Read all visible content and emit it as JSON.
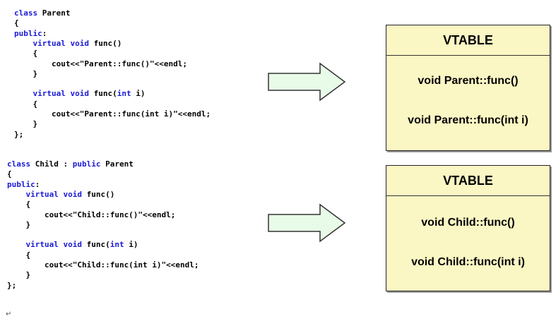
{
  "colors": {
    "keyword": "#1a1ad6",
    "table_fill": "#fbf7c4",
    "arrow_fill": "#e8fbe8",
    "border": "#222222"
  },
  "parent_code": [
    [
      {
        "t": "class ",
        "k": true
      },
      {
        "t": "Parent"
      }
    ],
    [
      {
        "t": "{"
      }
    ],
    [
      {
        "t": "public",
        "k": true
      },
      {
        "t": ":"
      }
    ],
    [
      {
        "t": "    "
      },
      {
        "t": "virtual void",
        "k": true
      },
      {
        "t": " func()"
      }
    ],
    [
      {
        "t": "    {"
      }
    ],
    [
      {
        "t": "        cout<<\"Parent::func()\"<<endl;"
      }
    ],
    [
      {
        "t": "    }"
      }
    ],
    [
      {
        "t": ""
      }
    ],
    [
      {
        "t": "    "
      },
      {
        "t": "virtual void",
        "k": true
      },
      {
        "t": " func("
      },
      {
        "t": "int",
        "k": true
      },
      {
        "t": " i)"
      }
    ],
    [
      {
        "t": "    {"
      }
    ],
    [
      {
        "t": "        cout<<\"Parent::func(int i)\"<<endl;"
      }
    ],
    [
      {
        "t": "    }"
      }
    ],
    [
      {
        "t": "};"
      }
    ]
  ],
  "child_code": [
    [
      {
        "t": "class ",
        "k": true
      },
      {
        "t": "Child : "
      },
      {
        "t": "public",
        "k": true
      },
      {
        "t": " Parent"
      }
    ],
    [
      {
        "t": "{"
      }
    ],
    [
      {
        "t": "public",
        "k": true
      },
      {
        "t": ":"
      }
    ],
    [
      {
        "t": "    "
      },
      {
        "t": "virtual void",
        "k": true
      },
      {
        "t": " func()"
      }
    ],
    [
      {
        "t": "    {"
      }
    ],
    [
      {
        "t": "        cout<<\"Child::func()\"<<endl;"
      }
    ],
    [
      {
        "t": "    }"
      }
    ],
    [
      {
        "t": ""
      }
    ],
    [
      {
        "t": "    "
      },
      {
        "t": "virtual void",
        "k": true
      },
      {
        "t": " func("
      },
      {
        "t": "int",
        "k": true
      },
      {
        "t": " i)"
      }
    ],
    [
      {
        "t": "    {"
      }
    ],
    [
      {
        "t": "        cout<<\"Child::func(int i)\"<<endl;"
      }
    ],
    [
      {
        "t": "    }"
      }
    ],
    [
      {
        "t": "};"
      }
    ]
  ],
  "parent_vtable": {
    "title": "VTABLE",
    "entries": [
      "void Parent::func()",
      "void Parent::func(int i)"
    ]
  },
  "child_vtable": {
    "title": "VTABLE",
    "entries": [
      "void Child::func()",
      "void Child::func(int i)"
    ]
  },
  "paragraph_mark": "↵"
}
